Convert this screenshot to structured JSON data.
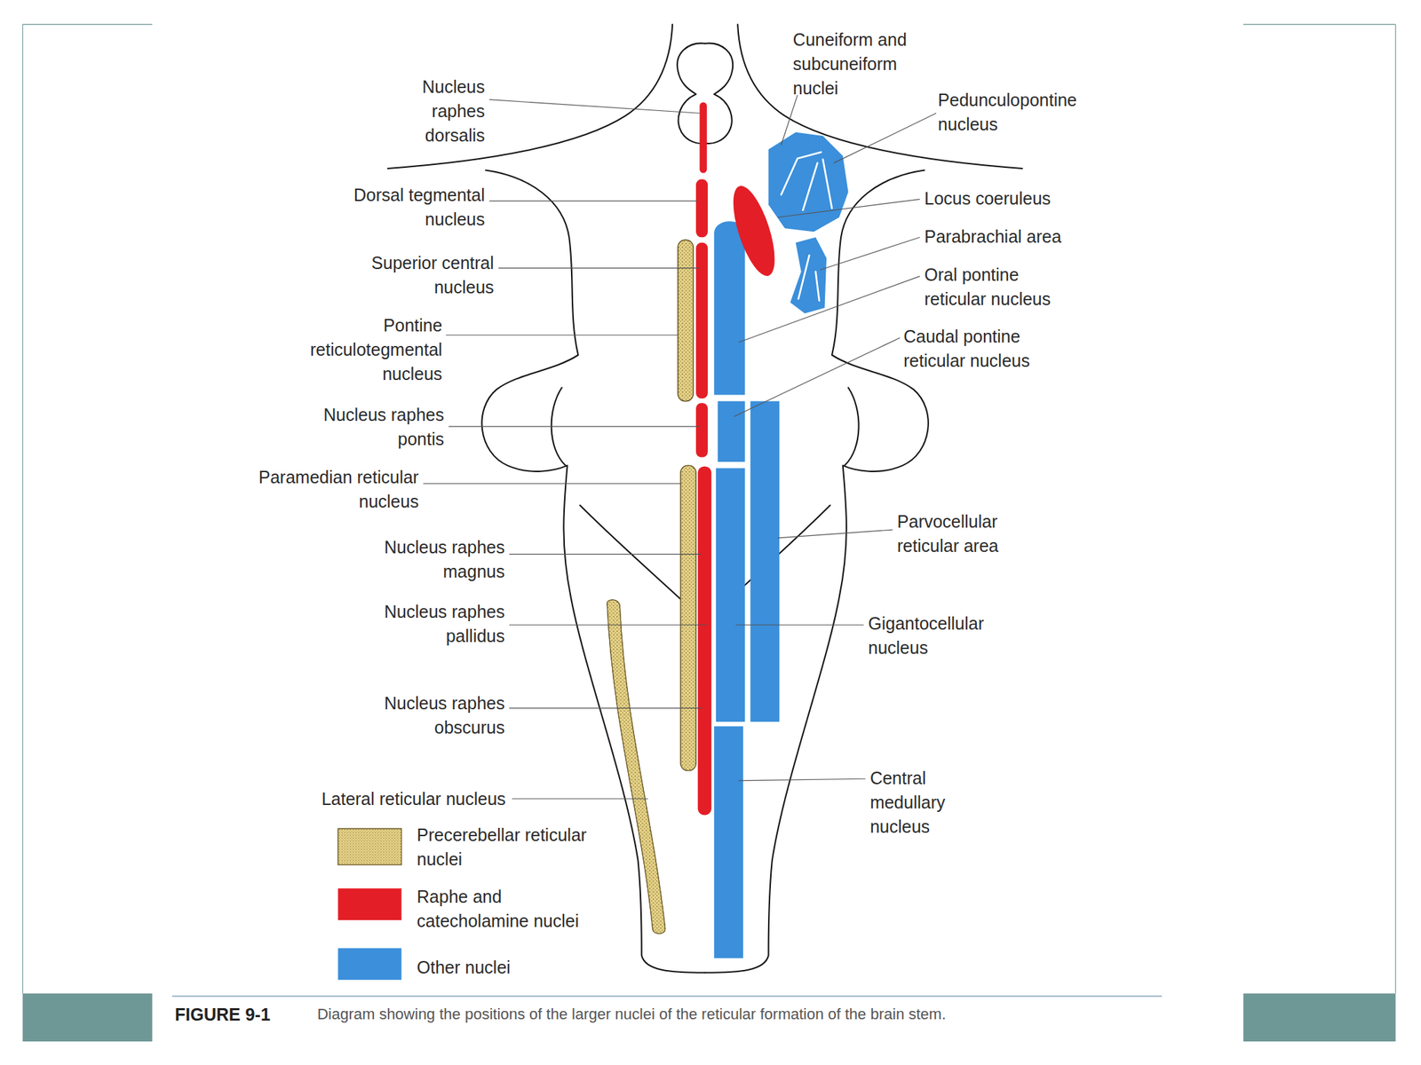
{
  "diagram": {
    "caption": "Diagram showing the positions of the larger nuclei of the reticular formation of the brain stem.",
    "labels": [
      "Nucleus raphes dorsalis",
      "Dorsal tegmental nucleus",
      "Superior central nucleus",
      "Pontine reticulotegmental nucleus",
      "Nucleus raphes pontis",
      "Paramedian reticular nucleus",
      "Nucleus raphes magnus",
      "Nucleus raphes pallidus",
      "Nucleus raphes obscurus",
      "Lateral reticular nucleus",
      "Cuneiform and subcuneiform nuclei",
      "Pedunculopontine nucleus",
      "Locus coeruleus",
      "Parabrachial area",
      "Oral pontine reticular nucleus",
      "Caudal pontine reticular nucleus",
      "Parvocellular reticular area",
      "Gigantocellular nucleus",
      "Central medullary nucleus",
      "FIGURE 9-1"
    ],
    "legend": [
      {
        "text": "Precerebellar reticular nuclei",
        "color": "#e8d48a"
      },
      {
        "text": "Raphe and catecholamine nuclei",
        "color": "#e41e26"
      },
      {
        "text": "Other nuclei",
        "color": "#3b8fdb"
      }
    ]
  }
}
